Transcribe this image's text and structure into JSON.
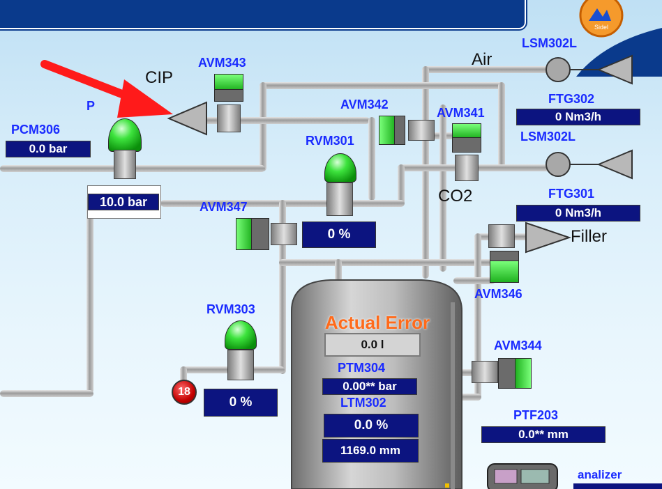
{
  "labels": {
    "cip": "CIP",
    "air": "Air",
    "co2": "CO2",
    "filler": "Filler",
    "tank_title": "Actual Error",
    "analizer": "analizer"
  },
  "tags": {
    "pcm306": "PCM306",
    "pcm_cut": "P",
    "avm343": "AVM343",
    "avm342": "AVM342",
    "avm341": "AVM341",
    "avm347": "AVM347",
    "avm346": "AVM346",
    "avm344": "AVM344",
    "rvm301": "RVM301",
    "rvm303": "RVM303",
    "lsm302l_top": "LSM302L",
    "lsm302l": "LSM302L",
    "ftg302": "FTG302",
    "ftg301": "FTG301",
    "ptm304": "PTM304",
    "ltm302": "LTM302",
    "ptf203": "PTF203"
  },
  "values": {
    "pcm306": "0.0 bar",
    "pressure_box": "10.0 bar",
    "ftg302": "0 Nm3/h",
    "ftg301": "0 Nm3/h",
    "rvm301_pct": "0 %",
    "rvm303_pct": "0 %",
    "tank_error": "0.0 l",
    "ptm304": "0.00** bar",
    "ltm302_pct": "0.0 %",
    "ltm302_mm": "1169.0 mm",
    "ptf203": "0.0** mm",
    "alarm_badge": "18"
  },
  "colors": {
    "header": "#0a3a8c",
    "tag_text": "#1a2bff",
    "value_bg": "#0c1480",
    "valve_on": "#1fb11f",
    "tank_title": "#ff6a1a",
    "arrow": "#ff1a1a"
  },
  "icons": {
    "logo": "sidel-logo-icon",
    "alarm": "alarm-badge-icon",
    "analyzer": "analyzer-device-icon",
    "pointer": "red-arrow-icon"
  }
}
